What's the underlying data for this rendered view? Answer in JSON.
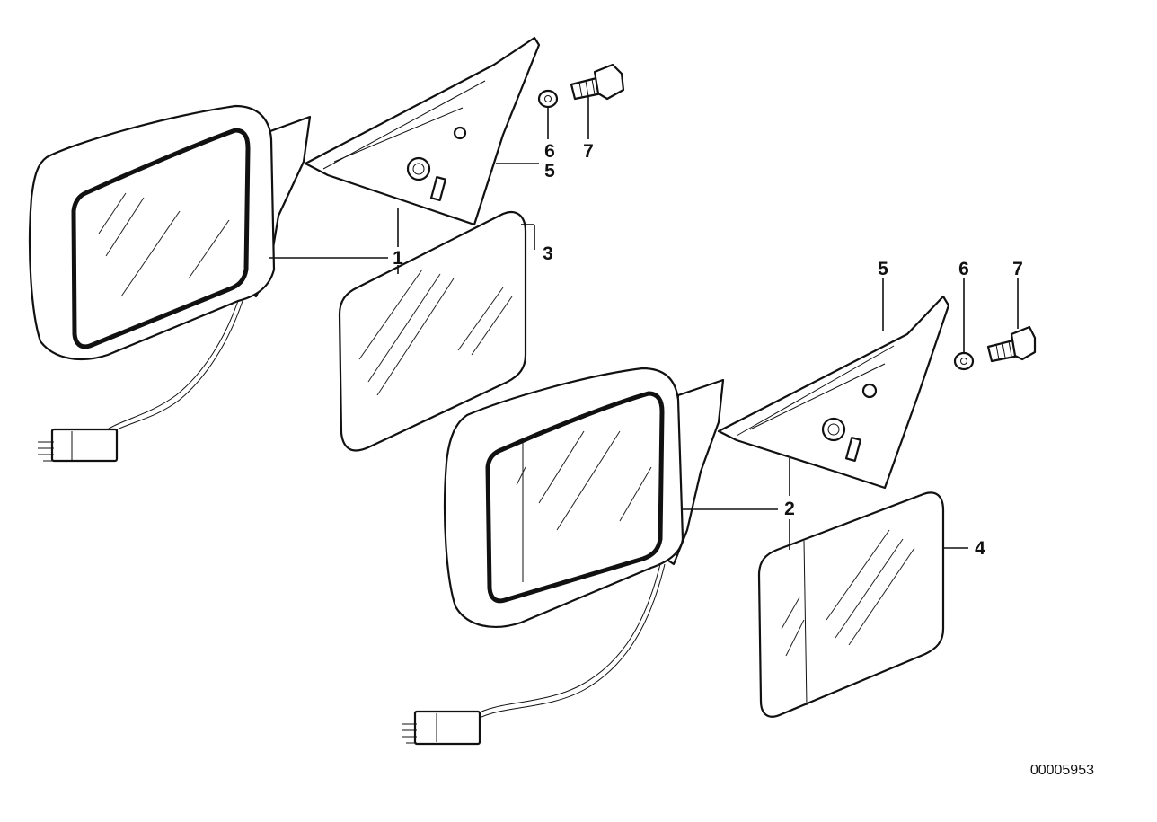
{
  "diagram": {
    "callouts": {
      "c1": "1",
      "c2": "2",
      "c3": "3",
      "c4": "4",
      "c5a": "5",
      "c6a": "6",
      "c7a": "7",
      "c5b": "5",
      "c6b": "6",
      "c7b": "7"
    },
    "reference_number": "00005953"
  }
}
